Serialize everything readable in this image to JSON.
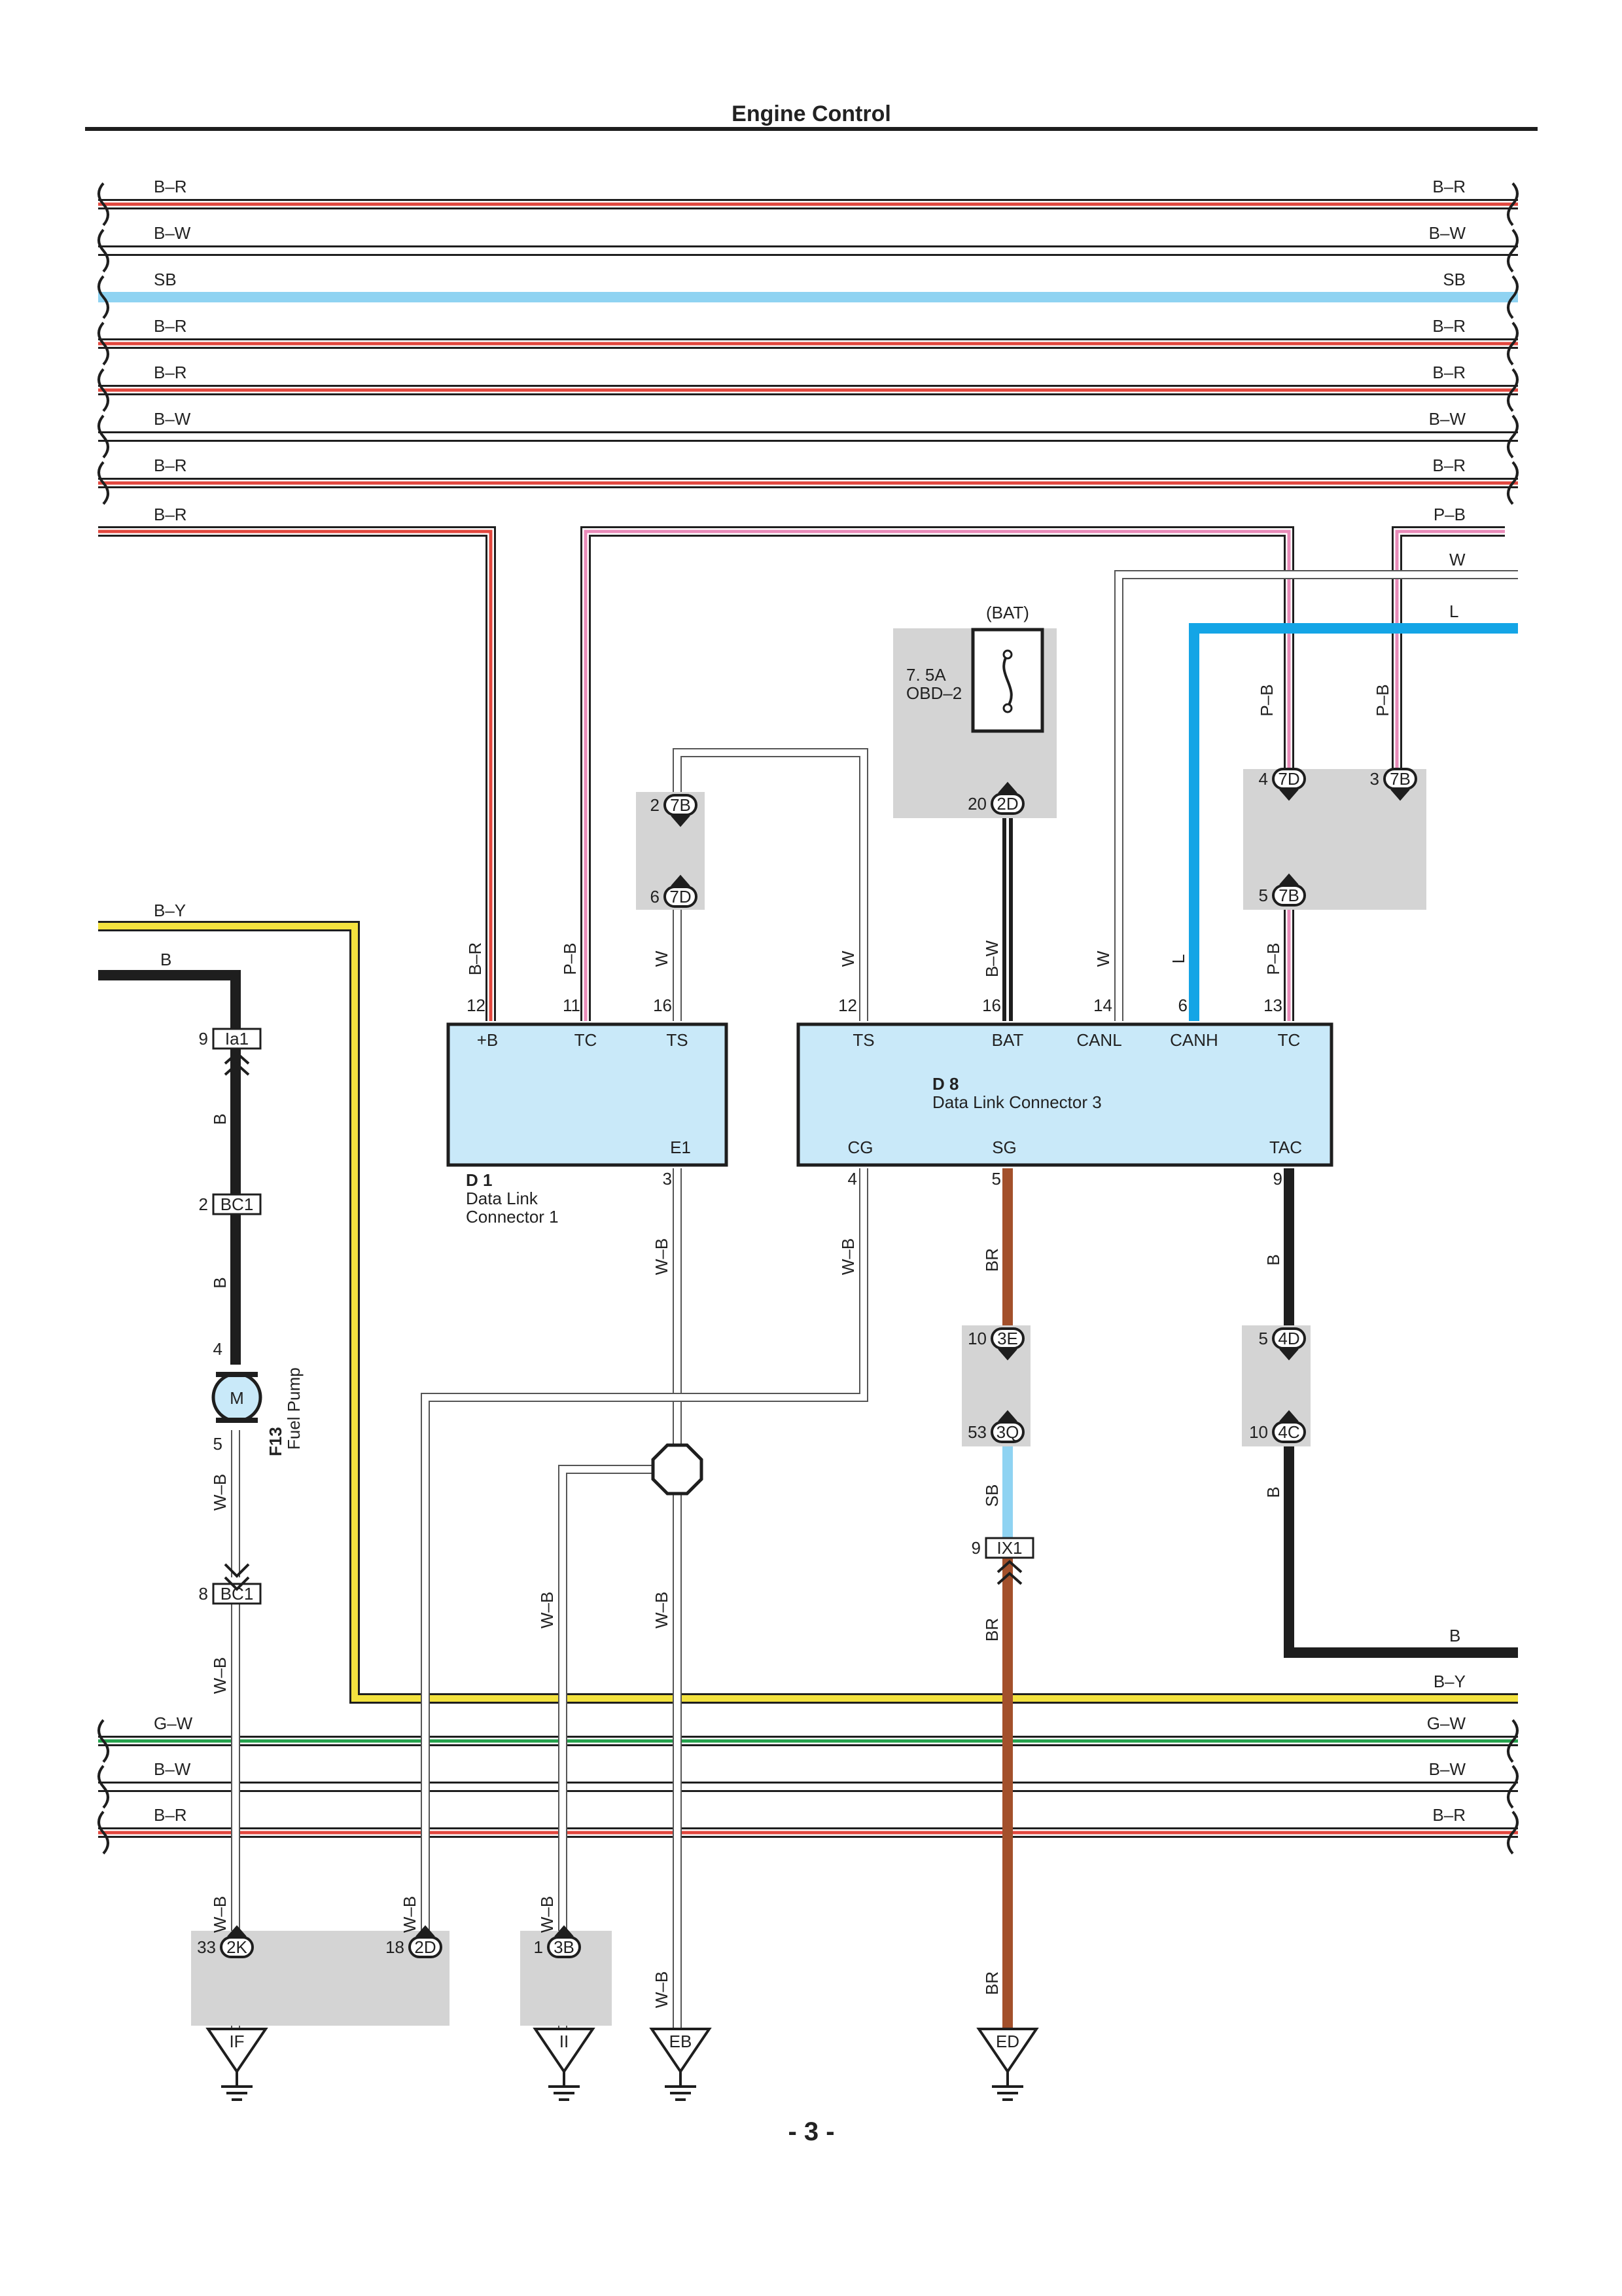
{
  "page": {
    "title": "Engine Control",
    "page_number": "- 3 -"
  },
  "colors": {
    "red": "#e2473e",
    "black": "#1e1e1e",
    "sky": "#8fd3f2",
    "blue": "#14a5e6",
    "pink": "#e98bb9",
    "yellow": "#f3e23f",
    "green": "#21a14a",
    "brown": "#a3502b",
    "white_wire": "#ffffff",
    "box_fill": "#c9e9f9",
    "gray_block": "#d4d4d4"
  },
  "buses_top": [
    {
      "left": "B–R",
      "right": "B–R",
      "kind": "stripe",
      "color": "red"
    },
    {
      "left": "B–W",
      "right": "B–W",
      "kind": "stripe",
      "color": "white_wire"
    },
    {
      "left": "SB",
      "right": "SB",
      "kind": "solid",
      "color": "sky"
    },
    {
      "left": "B–R",
      "right": "B–R",
      "kind": "stripe",
      "color": "red"
    },
    {
      "left": "B–R",
      "right": "B–R",
      "kind": "stripe",
      "color": "red"
    },
    {
      "left": "B–W",
      "right": "B–W",
      "kind": "stripe",
      "color": "white_wire"
    },
    {
      "left": "B–R",
      "right": "B–R",
      "kind": "stripe",
      "color": "red"
    }
  ],
  "buses_bottom": [
    {
      "left": "G–W",
      "right": "G–W",
      "kind": "stripe",
      "color": "green"
    },
    {
      "left": "B–W",
      "right": "B–W",
      "kind": "stripe",
      "color": "white_wire"
    },
    {
      "left": "B–R",
      "right": "B–R",
      "kind": "stripe",
      "color": "red"
    }
  ],
  "wire_labels": {
    "br_top": "B–R",
    "pb_right": "P–B",
    "w_right": "W",
    "l_right": "L",
    "by_left": "B–Y",
    "b_left": "B",
    "by_right": "B–Y",
    "b_right": "B",
    "d1_br": "B–R",
    "d1_pb": "P–B",
    "d1_w": "W",
    "d8_w12": "W",
    "d8_bw": "B–W",
    "d8_w14": "W",
    "d8_l": "L",
    "d8_pb": "P–B",
    "pb_up1": "P–B",
    "pb_up2": "P–B",
    "b_fp1": "B",
    "b_fp2": "B",
    "wb_fp": "W–B",
    "wb_fp2": "W–B",
    "wb_e1": "W–B",
    "wb_cg": "W–B",
    "br_sg": "BR",
    "sb_sg": "SB",
    "br_sg2": "BR",
    "b_tac": "B",
    "b_tac2": "B",
    "wb_j1": "W–B",
    "wb_j2": "W–B",
    "wb_2k": "W–B",
    "wb_2d": "W–B",
    "wb_3b": "W–B",
    "wb_eb": "W–B",
    "br_ed": "BR"
  },
  "connectors": {
    "ia1": {
      "pin": "9",
      "name": "Ia1"
    },
    "bc1a": {
      "pin": "2",
      "name": "BC1"
    },
    "bc1b": {
      "pin": "8",
      "name": "BC1"
    },
    "ix1": {
      "pin": "9",
      "name": "IX1"
    },
    "c7b_a": {
      "pin": "2",
      "name": "7B"
    },
    "c7d_a": {
      "pin": "6",
      "name": "7D"
    },
    "c2d_a": {
      "pin": "20",
      "name": "2D"
    },
    "c7d_b": {
      "pin": "4",
      "name": "7D"
    },
    "c7b_b": {
      "pin": "3",
      "name": "7B"
    },
    "c7b_c": {
      "pin": "5",
      "name": "7B"
    },
    "c3e": {
      "pin": "10",
      "name": "3E"
    },
    "c3q": {
      "pin": "53",
      "name": "3Q"
    },
    "c4d": {
      "pin": "5",
      "name": "4D"
    },
    "c4c": {
      "pin": "10",
      "name": "4C"
    },
    "c2k": {
      "pin": "33",
      "name": "2K"
    },
    "c2d_b": {
      "pin": "18",
      "name": "2D"
    },
    "c3b": {
      "pin": "1",
      "name": "3B"
    }
  },
  "fuse": {
    "source": "(BAT)",
    "rating": "7. 5A",
    "name": "OBD–2"
  },
  "fuel_pump": {
    "symbol": "M",
    "code": "F13",
    "name": "Fuel Pump",
    "pin_top": "4",
    "pin_bottom": "5"
  },
  "d1": {
    "code": "D 1",
    "name_line1": "Data Link",
    "name_line2": "Connector 1",
    "pins_top": [
      {
        "num": "12",
        "label": "+B"
      },
      {
        "num": "11",
        "label": "TC"
      },
      {
        "num": "16",
        "label": "TS"
      }
    ],
    "pins_bottom": [
      {
        "num": "3",
        "label": "E1"
      }
    ]
  },
  "d8": {
    "code": "D 8",
    "name": "Data Link Connector 3",
    "pins_top": [
      {
        "num": "12",
        "label": "TS"
      },
      {
        "num": "16",
        "label": "BAT"
      },
      {
        "num": "14",
        "label": "CANL"
      },
      {
        "num": "6",
        "label": "CANH"
      },
      {
        "num": "13",
        "label": "TC"
      }
    ],
    "pins_bottom": [
      {
        "num": "4",
        "label": "CG"
      },
      {
        "num": "5",
        "label": "SG"
      },
      {
        "num": "9",
        "label": "TAC"
      }
    ]
  },
  "grounds": [
    "IF",
    "II",
    "EB",
    "ED"
  ]
}
